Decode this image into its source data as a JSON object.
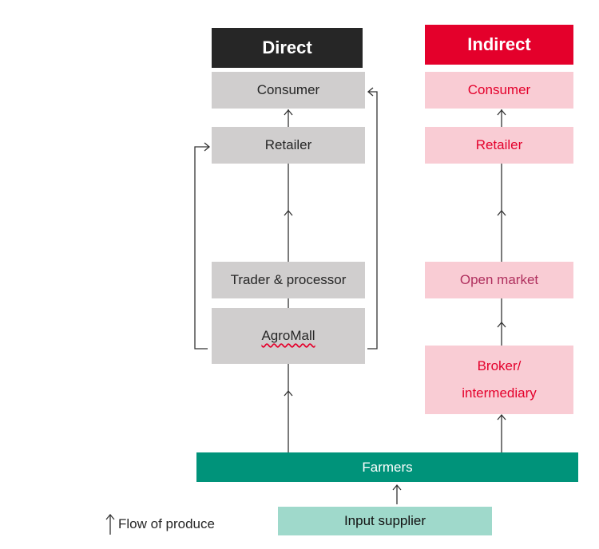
{
  "headers": {
    "direct": "Direct",
    "indirect": "Indirect"
  },
  "direct": {
    "consumer": "Consumer",
    "retailer": "Retailer",
    "trader": "Trader & processor",
    "agromall": "AgroMall"
  },
  "indirect": {
    "consumer": "Consumer",
    "retailer": "Retailer",
    "market": "Open market",
    "broker_line1": "Broker/",
    "broker_line2": "intermediary"
  },
  "farmers": "Farmers",
  "supplier": "Input supplier",
  "legend": {
    "label": "Flow of produce"
  },
  "colors": {
    "direct_header": "#262626",
    "indirect_header": "#e4002b",
    "direct_box": "#d0cece",
    "indirect_box": "#f9ccd4",
    "farmers": "#00937a",
    "supplier": "#9fd9cb"
  }
}
